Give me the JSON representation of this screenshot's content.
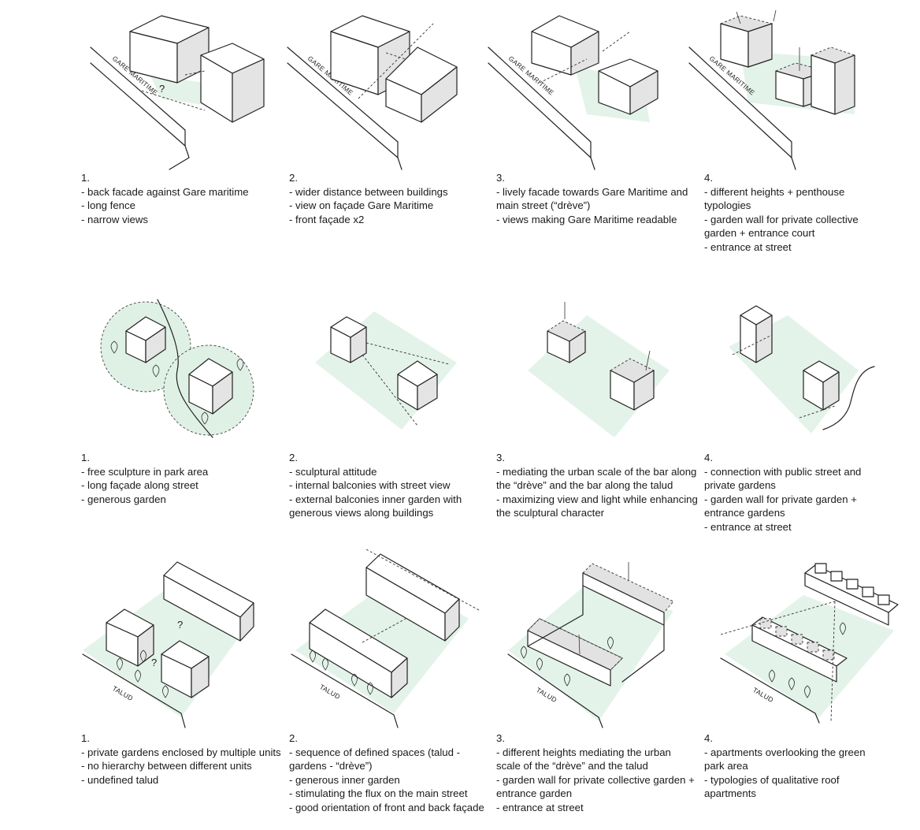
{
  "rows": [
    {
      "street_label": "GARE MARITIME",
      "captions": [
        {
          "num": "1.",
          "lines": [
            "- back facade against Gare maritime",
            "- long fence",
            "- narrow views"
          ]
        },
        {
          "num": "2.",
          "lines": [
            "- wider distance between buildings",
            "- view on façade Gare Maritime",
            "- front façade x2"
          ]
        },
        {
          "num": "3.",
          "lines": [
            "- lively facade towards Gare Maritime and main street (“drève”)",
            "- views making Gare Maritime readable"
          ]
        },
        {
          "num": "4.",
          "lines": [
            "- different heights + penthouse typologies",
            "- garden wall for private collective garden + entrance court",
            "- entrance at street"
          ]
        }
      ]
    },
    {
      "captions": [
        {
          "num": "1.",
          "lines": [
            "- free sculpture in park area",
            "- long façade along street",
            "- generous garden"
          ]
        },
        {
          "num": "2.",
          "lines": [
            "- sculptural attitude",
            "- internal balconies with street view",
            "- external balconies inner garden with generous views along buildings"
          ]
        },
        {
          "num": "3.",
          "lines": [
            "- mediating the urban scale of the bar along the “drève” and the bar along the talud",
            "- maximizing view and light while enhancing the sculptural character"
          ]
        },
        {
          "num": "4.",
          "lines": [
            "- connection with public street and private gardens",
            "- garden wall for private garden + entrance gardens",
            "- entrance at street"
          ]
        }
      ]
    },
    {
      "street_label": "TALUD",
      "captions": [
        {
          "num": "1.",
          "lines": [
            "- private gardens enclosed by multiple units",
            "- no hierarchy between different units",
            "- undefined talud"
          ]
        },
        {
          "num": "2.",
          "lines": [
            "- sequence of defined spaces (talud - gardens - “drève”)",
            "- generous inner garden",
            "- stimulating the flux on the main street",
            "- good orientation of front and back façade"
          ]
        },
        {
          "num": "3.",
          "lines": [
            "- different heights mediating the urban scale of the “drève” and the talud",
            "- garden wall for private collective garden + entrance garden",
            "- entrance at street"
          ]
        },
        {
          "num": "4.",
          "lines": [
            "- apartments overlooking the green park area",
            "- typologies of qualitative roof apartments"
          ]
        }
      ]
    }
  ],
  "question_mark": "?",
  "colors": {
    "green": "#e3f3e9",
    "shade": "#e4e4e4",
    "line": "#222222"
  }
}
